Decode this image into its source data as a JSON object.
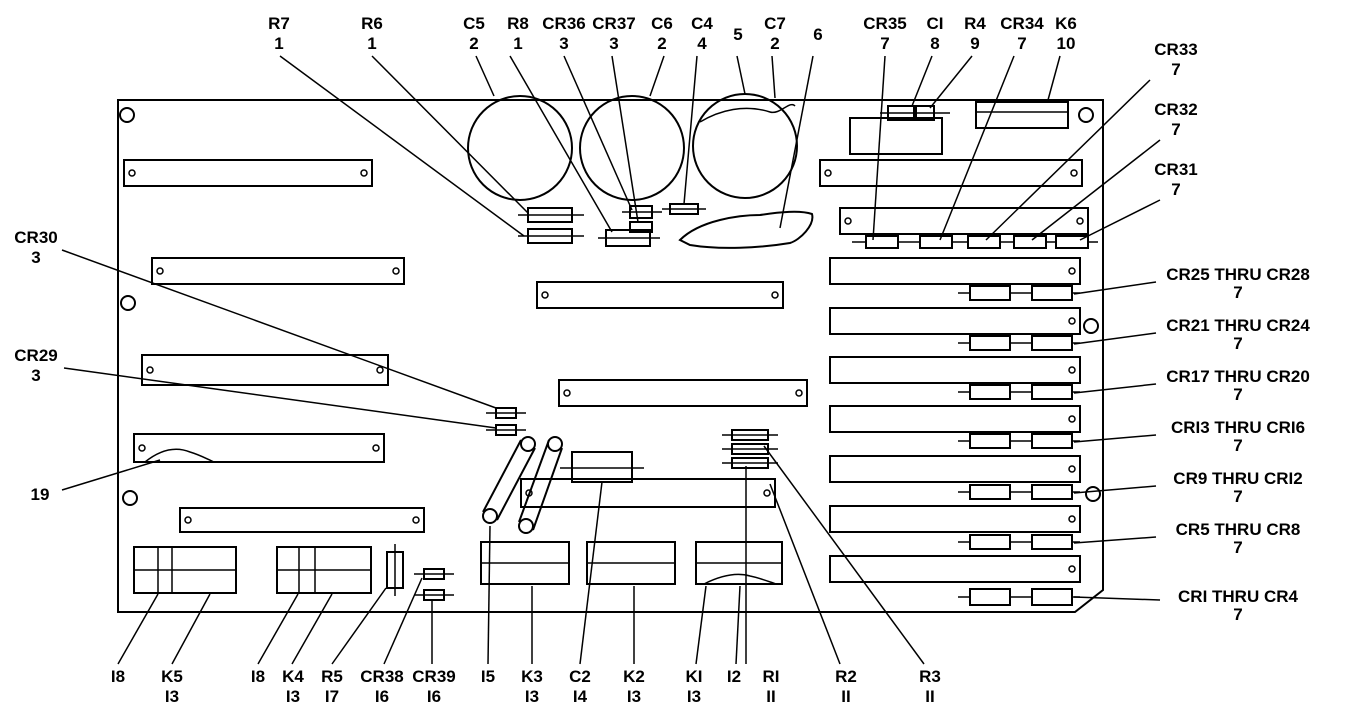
{
  "callouts": [
    {
      "id": "r7",
      "ref": "R7",
      "qty": "1"
    },
    {
      "id": "r6",
      "ref": "R6",
      "qty": "1"
    },
    {
      "id": "c5",
      "ref": "C5",
      "qty": "2"
    },
    {
      "id": "r8",
      "ref": "R8",
      "qty": "1"
    },
    {
      "id": "cr36",
      "ref": "CR36",
      "qty": "3"
    },
    {
      "id": "cr37",
      "ref": "CR37",
      "qty": "3"
    },
    {
      "id": "c6",
      "ref": "C6",
      "qty": "2"
    },
    {
      "id": "c4",
      "ref": "C4",
      "qty": "4"
    },
    {
      "id": "n5",
      "ref": "5",
      "qty": ""
    },
    {
      "id": "c7",
      "ref": "C7",
      "qty": "2"
    },
    {
      "id": "n6",
      "ref": "6",
      "qty": ""
    },
    {
      "id": "cr35",
      "ref": "CR35",
      "qty": "7"
    },
    {
      "id": "c1",
      "ref": "CI",
      "qty": "8"
    },
    {
      "id": "r4",
      "ref": "R4",
      "qty": "9"
    },
    {
      "id": "cr34",
      "ref": "CR34",
      "qty": "7"
    },
    {
      "id": "k6",
      "ref": "K6",
      "qty": "10"
    },
    {
      "id": "cr33",
      "ref": "CR33",
      "qty": "7"
    },
    {
      "id": "cr32",
      "ref": "CR32",
      "qty": "7"
    },
    {
      "id": "cr31",
      "ref": "CR31",
      "qty": "7"
    },
    {
      "id": "cr25",
      "ref": "CR25 THRU CR28",
      "qty": "7"
    },
    {
      "id": "cr21",
      "ref": "CR21 THRU CR24",
      "qty": "7"
    },
    {
      "id": "cr17",
      "ref": "CR17 THRU CR20",
      "qty": "7"
    },
    {
      "id": "cr13",
      "ref": "CRI3 THRU CRI6",
      "qty": "7"
    },
    {
      "id": "cr9",
      "ref": "CR9 THRU CRI2",
      "qty": "7"
    },
    {
      "id": "cr5",
      "ref": "CR5 THRU CR8",
      "qty": "7"
    },
    {
      "id": "cr1",
      "ref": "CRI THRU CR4",
      "qty": "7"
    },
    {
      "id": "cr30",
      "ref": "CR30",
      "qty": "3"
    },
    {
      "id": "cr29",
      "ref": "CR29",
      "qty": "3"
    },
    {
      "id": "n19",
      "ref": "19",
      "qty": ""
    },
    {
      "id": "n18a",
      "ref": "I8",
      "qty": ""
    },
    {
      "id": "k5",
      "ref": "K5",
      "qty": "I3"
    },
    {
      "id": "n18b",
      "ref": "I8",
      "qty": ""
    },
    {
      "id": "k4",
      "ref": "K4",
      "qty": "I3"
    },
    {
      "id": "r5",
      "ref": "R5",
      "qty": "I7"
    },
    {
      "id": "cr38",
      "ref": "CR38",
      "qty": "I6"
    },
    {
      "id": "cr39",
      "ref": "CR39",
      "qty": "I6"
    },
    {
      "id": "n15",
      "ref": "I5",
      "qty": ""
    },
    {
      "id": "k3",
      "ref": "K3",
      "qty": "I3"
    },
    {
      "id": "c2",
      "ref": "C2",
      "qty": "I4"
    },
    {
      "id": "k2",
      "ref": "K2",
      "qty": "I3"
    },
    {
      "id": "k1",
      "ref": "KI",
      "qty": "I3"
    },
    {
      "id": "n12",
      "ref": "I2",
      "qty": ""
    },
    {
      "id": "r1",
      "ref": "RI",
      "qty": "II"
    },
    {
      "id": "r2",
      "ref": "R2",
      "qty": "II"
    },
    {
      "id": "r3",
      "ref": "R3",
      "qty": "II"
    }
  ]
}
